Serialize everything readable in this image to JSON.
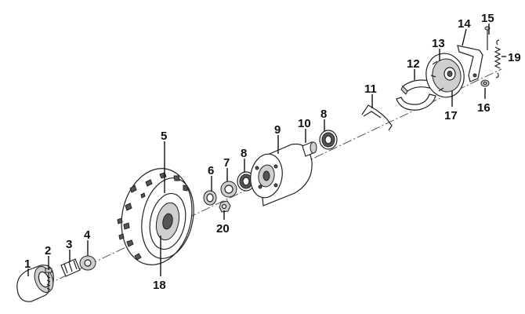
{
  "diagram": {
    "parts": [
      {
        "id": "p1",
        "label": "1"
      },
      {
        "id": "p2",
        "label": "2"
      },
      {
        "id": "p3",
        "label": "3"
      },
      {
        "id": "p4",
        "label": "4"
      },
      {
        "id": "p5",
        "label": "5"
      },
      {
        "id": "p6",
        "label": "6"
      },
      {
        "id": "p7",
        "label": "7"
      },
      {
        "id": "p8a",
        "label": "8"
      },
      {
        "id": "p8b",
        "label": "8"
      },
      {
        "id": "p9",
        "label": "9"
      },
      {
        "id": "p10",
        "label": "10"
      },
      {
        "id": "p11",
        "label": "11"
      },
      {
        "id": "p12",
        "label": "12"
      },
      {
        "id": "p13",
        "label": "13"
      },
      {
        "id": "p14",
        "label": "14"
      },
      {
        "id": "p15",
        "label": "15"
      },
      {
        "id": "p16",
        "label": "16"
      },
      {
        "id": "p17",
        "label": "17"
      },
      {
        "id": "p18",
        "label": "18"
      },
      {
        "id": "p19",
        "label": "19"
      },
      {
        "id": "p20",
        "label": "20"
      }
    ]
  }
}
